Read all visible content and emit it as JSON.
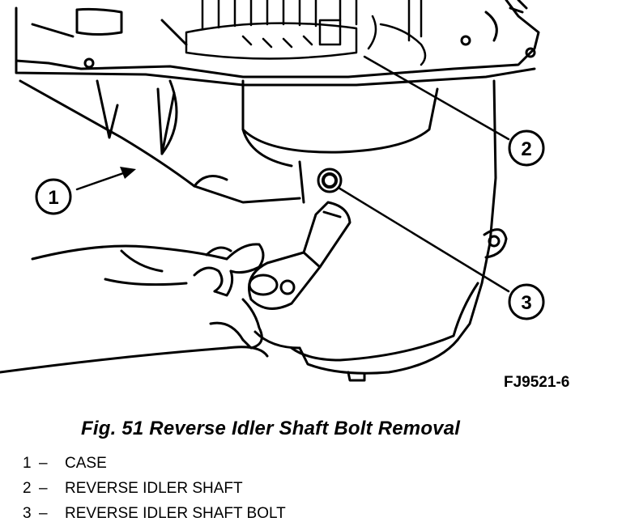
{
  "figure": {
    "drawing_code": "FJ9521-6",
    "caption": "Fig. 51 Reverse Idler Shaft Bolt Removal"
  },
  "callouts": [
    {
      "number": "1",
      "label": "CASE"
    },
    {
      "number": "2",
      "label": "REVERSE IDLER SHAFT"
    },
    {
      "number": "3",
      "label": "REVERSE IDLER SHAFT BOLT"
    }
  ],
  "legend_separator": "–",
  "colors": {
    "ink": "#000000",
    "paper": "#ffffff"
  }
}
